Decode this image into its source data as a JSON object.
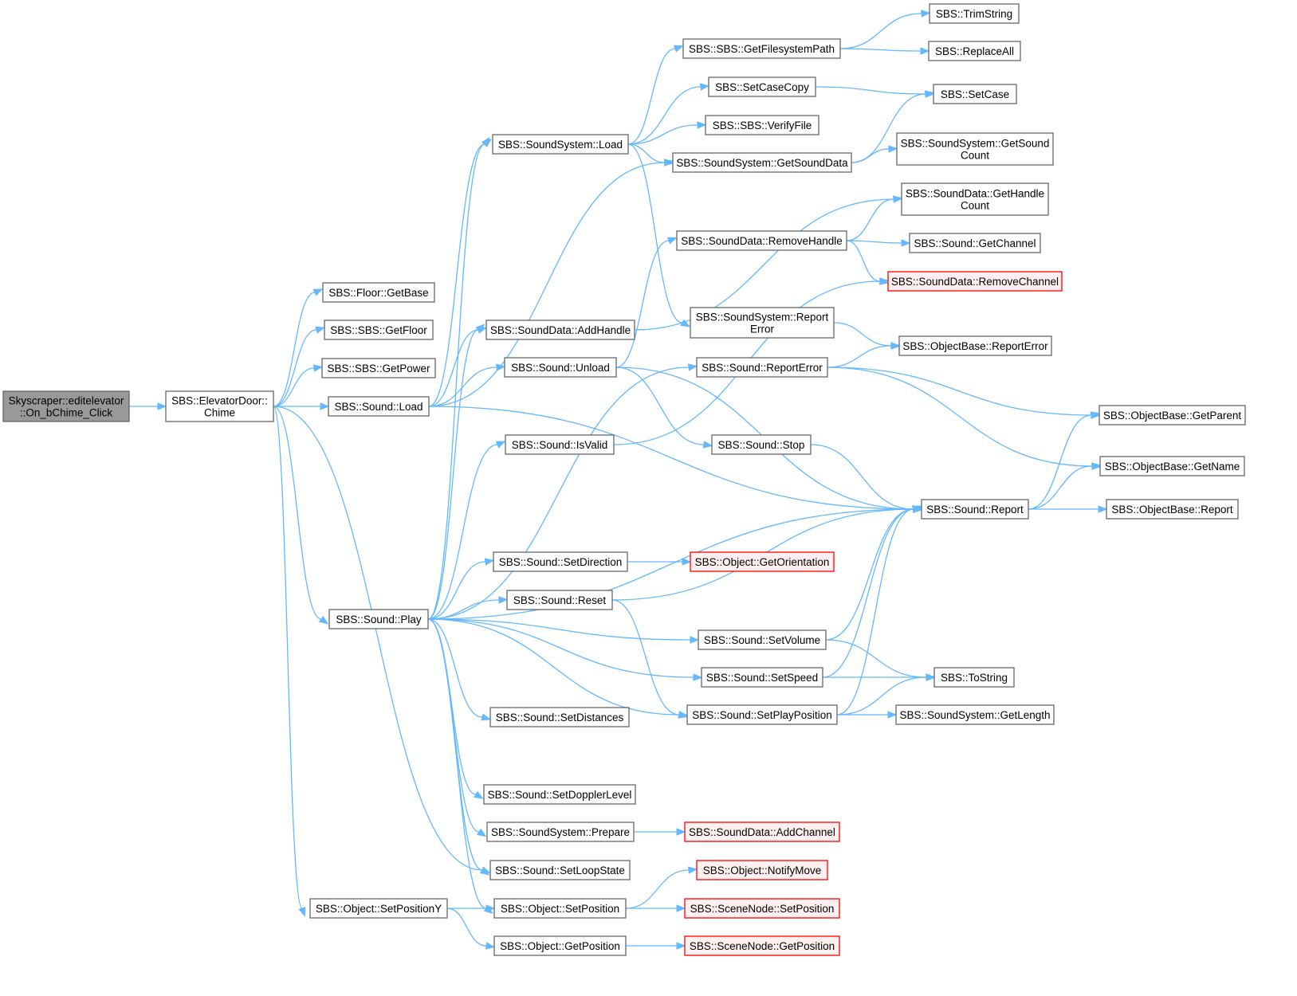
{
  "graph": {
    "colors": {
      "edge": "#63b8ff",
      "node_border": "#666666",
      "root_fill": "#999999",
      "truncated_border": "#ff0000",
      "truncated_fill": "#fff0f0"
    },
    "nodes": [
      {
        "id": "root",
        "lines": [
          "Skyscraper::editelevator",
          "::On_bChime_Click"
        ],
        "style": "root"
      },
      {
        "id": "chime",
        "lines": [
          "SBS::ElevatorDoor::",
          "Chime"
        ],
        "style": "normal"
      },
      {
        "id": "floor_getbase",
        "lines": [
          "SBS::Floor::GetBase"
        ],
        "style": "normal"
      },
      {
        "id": "sbs_getfloor",
        "lines": [
          "SBS::SBS::GetFloor"
        ],
        "style": "normal"
      },
      {
        "id": "sbs_getpower",
        "lines": [
          "SBS::SBS::GetPower"
        ],
        "style": "normal"
      },
      {
        "id": "sound_load",
        "lines": [
          "SBS::Sound::Load"
        ],
        "style": "normal"
      },
      {
        "id": "sound_play",
        "lines": [
          "SBS::Sound::Play"
        ],
        "style": "normal"
      },
      {
        "id": "obj_setposy",
        "lines": [
          "SBS::Object::SetPositionY"
        ],
        "style": "normal"
      },
      {
        "id": "ss_load",
        "lines": [
          "SBS::SoundSystem::Load"
        ],
        "style": "normal"
      },
      {
        "id": "sd_addhandle",
        "lines": [
          "SBS::SoundData::AddHandle"
        ],
        "style": "normal"
      },
      {
        "id": "sound_unload",
        "lines": [
          "SBS::Sound::Unload"
        ],
        "style": "normal"
      },
      {
        "id": "sound_isvalid",
        "lines": [
          "SBS::Sound::IsValid"
        ],
        "style": "normal"
      },
      {
        "id": "sound_setdirection",
        "lines": [
          "SBS::Sound::SetDirection"
        ],
        "style": "normal"
      },
      {
        "id": "sound_reset",
        "lines": [
          "SBS::Sound::Reset"
        ],
        "style": "normal"
      },
      {
        "id": "sound_setdistances",
        "lines": [
          "SBS::Sound::SetDistances"
        ],
        "style": "normal"
      },
      {
        "id": "sound_setdoppler",
        "lines": [
          "SBS::Sound::SetDopplerLevel"
        ],
        "style": "normal"
      },
      {
        "id": "ss_prepare",
        "lines": [
          "SBS::SoundSystem::Prepare"
        ],
        "style": "normal"
      },
      {
        "id": "sound_setloop",
        "lines": [
          "SBS::Sound::SetLoopState"
        ],
        "style": "normal"
      },
      {
        "id": "obj_setposition",
        "lines": [
          "SBS::Object::SetPosition"
        ],
        "style": "normal"
      },
      {
        "id": "obj_getposition",
        "lines": [
          "SBS::Object::GetPosition"
        ],
        "style": "normal"
      },
      {
        "id": "sbs_getfspath",
        "lines": [
          "SBS::SBS::GetFilesystemPath"
        ],
        "style": "normal"
      },
      {
        "id": "setcasecopy",
        "lines": [
          "SBS::SetCaseCopy"
        ],
        "style": "normal"
      },
      {
        "id": "sbs_verifyfile",
        "lines": [
          "SBS::SBS::VerifyFile"
        ],
        "style": "normal"
      },
      {
        "id": "ss_getsounddata",
        "lines": [
          "SBS::SoundSystem::GetSoundData"
        ],
        "style": "normal"
      },
      {
        "id": "sd_removehandle",
        "lines": [
          "SBS::SoundData::RemoveHandle"
        ],
        "style": "normal"
      },
      {
        "id": "ss_reporterror",
        "lines": [
          "SBS::SoundSystem::Report",
          "Error"
        ],
        "style": "normal"
      },
      {
        "id": "sound_reporterror",
        "lines": [
          "SBS::Sound::ReportError"
        ],
        "style": "normal"
      },
      {
        "id": "sound_stop",
        "lines": [
          "SBS::Sound::Stop"
        ],
        "style": "normal"
      },
      {
        "id": "obj_getorientation",
        "lines": [
          "SBS::Object::GetOrientation"
        ],
        "style": "red"
      },
      {
        "id": "sound_setvolume",
        "lines": [
          "SBS::Sound::SetVolume"
        ],
        "style": "normal"
      },
      {
        "id": "sound_setspeed",
        "lines": [
          "SBS::Sound::SetSpeed"
        ],
        "style": "normal"
      },
      {
        "id": "sound_setplaypos",
        "lines": [
          "SBS::Sound::SetPlayPosition"
        ],
        "style": "normal"
      },
      {
        "id": "sd_addchannel",
        "lines": [
          "SBS::SoundData::AddChannel"
        ],
        "style": "red"
      },
      {
        "id": "obj_notifymove",
        "lines": [
          "SBS::Object::NotifyMove"
        ],
        "style": "red"
      },
      {
        "id": "sn_setposition",
        "lines": [
          "SBS::SceneNode::SetPosition"
        ],
        "style": "red"
      },
      {
        "id": "sn_getposition",
        "lines": [
          "SBS::SceneNode::GetPosition"
        ],
        "style": "red"
      },
      {
        "id": "trimstring",
        "lines": [
          "SBS::TrimString"
        ],
        "style": "normal"
      },
      {
        "id": "replaceall",
        "lines": [
          "SBS::ReplaceAll"
        ],
        "style": "normal"
      },
      {
        "id": "setcase",
        "lines": [
          "SBS::SetCase"
        ],
        "style": "normal"
      },
      {
        "id": "ss_getsoundcount",
        "lines": [
          "SBS::SoundSystem::GetSound",
          "Count"
        ],
        "style": "normal"
      },
      {
        "id": "sd_gethandlecount",
        "lines": [
          "SBS::SoundData::GetHandle",
          "Count"
        ],
        "style": "normal"
      },
      {
        "id": "sound_getchannel",
        "lines": [
          "SBS::Sound::GetChannel"
        ],
        "style": "normal"
      },
      {
        "id": "sd_removechannel",
        "lines": [
          "SBS::SoundData::RemoveChannel"
        ],
        "style": "red"
      },
      {
        "id": "ob_reporterror",
        "lines": [
          "SBS::ObjectBase::ReportError"
        ],
        "style": "normal"
      },
      {
        "id": "sound_report",
        "lines": [
          "SBS::Sound::Report"
        ],
        "style": "normal"
      },
      {
        "id": "tostring",
        "lines": [
          "SBS::ToString"
        ],
        "style": "normal"
      },
      {
        "id": "ss_getlength",
        "lines": [
          "SBS::SoundSystem::GetLength"
        ],
        "style": "normal"
      },
      {
        "id": "ob_getparent",
        "lines": [
          "SBS::ObjectBase::GetParent"
        ],
        "style": "normal"
      },
      {
        "id": "ob_getname",
        "lines": [
          "SBS::ObjectBase::GetName"
        ],
        "style": "normal"
      },
      {
        "id": "ob_report",
        "lines": [
          "SBS::ObjectBase::Report"
        ],
        "style": "normal"
      }
    ],
    "edges": [
      [
        "root",
        "chime"
      ],
      [
        "chime",
        "floor_getbase"
      ],
      [
        "chime",
        "sbs_getfloor"
      ],
      [
        "chime",
        "sbs_getpower"
      ],
      [
        "chime",
        "sound_load"
      ],
      [
        "chime",
        "sound_play"
      ],
      [
        "chime",
        "sound_setloop"
      ],
      [
        "chime",
        "obj_setposy"
      ],
      [
        "sound_load",
        "ss_load"
      ],
      [
        "sound_load",
        "ss_getsounddata"
      ],
      [
        "sound_load",
        "sd_addhandle"
      ],
      [
        "sound_load",
        "sound_unload"
      ],
      [
        "sound_load",
        "sound_report"
      ],
      [
        "sound_play",
        "ss_load"
      ],
      [
        "sound_play",
        "sd_addhandle"
      ],
      [
        "sound_play",
        "sound_isvalid"
      ],
      [
        "sound_play",
        "sound_reporterror"
      ],
      [
        "sound_play",
        "sound_report"
      ],
      [
        "sound_play",
        "sound_setdirection"
      ],
      [
        "sound_play",
        "sound_reset"
      ],
      [
        "sound_play",
        "sound_setvolume"
      ],
      [
        "sound_play",
        "sound_setspeed"
      ],
      [
        "sound_play",
        "sound_setdistances"
      ],
      [
        "sound_play",
        "sound_setplaypos"
      ],
      [
        "sound_play",
        "sound_setdoppler"
      ],
      [
        "sound_play",
        "ss_prepare"
      ],
      [
        "sound_play",
        "sound_setloop"
      ],
      [
        "sound_play",
        "obj_setposition"
      ],
      [
        "obj_setposy",
        "obj_setposition"
      ],
      [
        "obj_setposy",
        "obj_getposition"
      ],
      [
        "ss_load",
        "sbs_getfspath"
      ],
      [
        "ss_load",
        "setcasecopy"
      ],
      [
        "ss_load",
        "sbs_verifyfile"
      ],
      [
        "ss_load",
        "ss_getsounddata"
      ],
      [
        "ss_load",
        "ss_reporterror"
      ],
      [
        "sd_addhandle",
        "sd_gethandlecount"
      ],
      [
        "sound_unload",
        "sd_removehandle"
      ],
      [
        "sound_unload",
        "sound_stop"
      ],
      [
        "sound_unload",
        "sound_report"
      ],
      [
        "sound_isvalid",
        "sd_removechannel"
      ],
      [
        "sound_setdirection",
        "obj_getorientation"
      ],
      [
        "sound_reset",
        "sound_report"
      ],
      [
        "sound_reset",
        "sound_setplaypos"
      ],
      [
        "ss_prepare",
        "sd_addchannel"
      ],
      [
        "obj_setposition",
        "obj_notifymove"
      ],
      [
        "obj_setposition",
        "sn_setposition"
      ],
      [
        "obj_getposition",
        "sn_getposition"
      ],
      [
        "sbs_getfspath",
        "trimstring"
      ],
      [
        "sbs_getfspath",
        "replaceall"
      ],
      [
        "setcasecopy",
        "setcase"
      ],
      [
        "ss_getsounddata",
        "setcase"
      ],
      [
        "ss_getsounddata",
        "ss_getsoundcount"
      ],
      [
        "sd_removehandle",
        "sd_gethandlecount"
      ],
      [
        "sd_removehandle",
        "sound_getchannel"
      ],
      [
        "sd_removehandle",
        "sd_removechannel"
      ],
      [
        "ss_reporterror",
        "ob_reporterror"
      ],
      [
        "sound_reporterror",
        "ob_reporterror"
      ],
      [
        "sound_reporterror",
        "ob_getparent"
      ],
      [
        "sound_reporterror",
        "ob_getname"
      ],
      [
        "sound_stop",
        "sound_report"
      ],
      [
        "sound_setvolume",
        "sound_report"
      ],
      [
        "sound_setvolume",
        "tostring"
      ],
      [
        "sound_setspeed",
        "sound_report"
      ],
      [
        "sound_setspeed",
        "tostring"
      ],
      [
        "sound_setplaypos",
        "sound_report"
      ],
      [
        "sound_setplaypos",
        "tostring"
      ],
      [
        "sound_setplaypos",
        "ss_getlength"
      ],
      [
        "sound_report",
        "ob_getparent"
      ],
      [
        "sound_report",
        "ob_getname"
      ],
      [
        "sound_report",
        "ob_report"
      ]
    ]
  }
}
